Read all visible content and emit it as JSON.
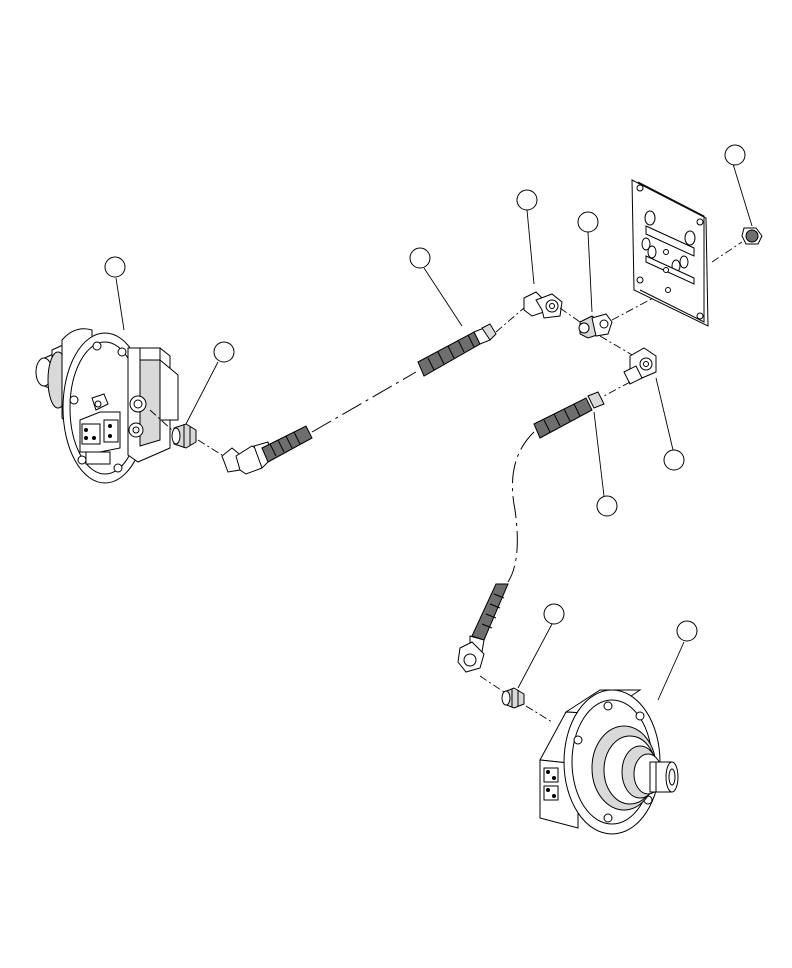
{
  "figure": {
    "type": "exploded parts diagram",
    "callouts": [
      {
        "id": "callout-motor-left",
        "label": ""
      },
      {
        "id": "callout-straight-fitting-left",
        "label": ""
      },
      {
        "id": "callout-hose-upper",
        "label": ""
      },
      {
        "id": "callout-elbow-upper",
        "label": ""
      },
      {
        "id": "callout-tee-fitting",
        "label": ""
      },
      {
        "id": "callout-mounting-plate",
        "label": ""
      },
      {
        "id": "callout-cap-nut",
        "label": ""
      },
      {
        "id": "callout-elbow-lower",
        "label": ""
      },
      {
        "id": "callout-hose-lower",
        "label": ""
      },
      {
        "id": "callout-straight-fitting-right",
        "label": ""
      },
      {
        "id": "callout-motor-right",
        "label": ""
      }
    ]
  }
}
